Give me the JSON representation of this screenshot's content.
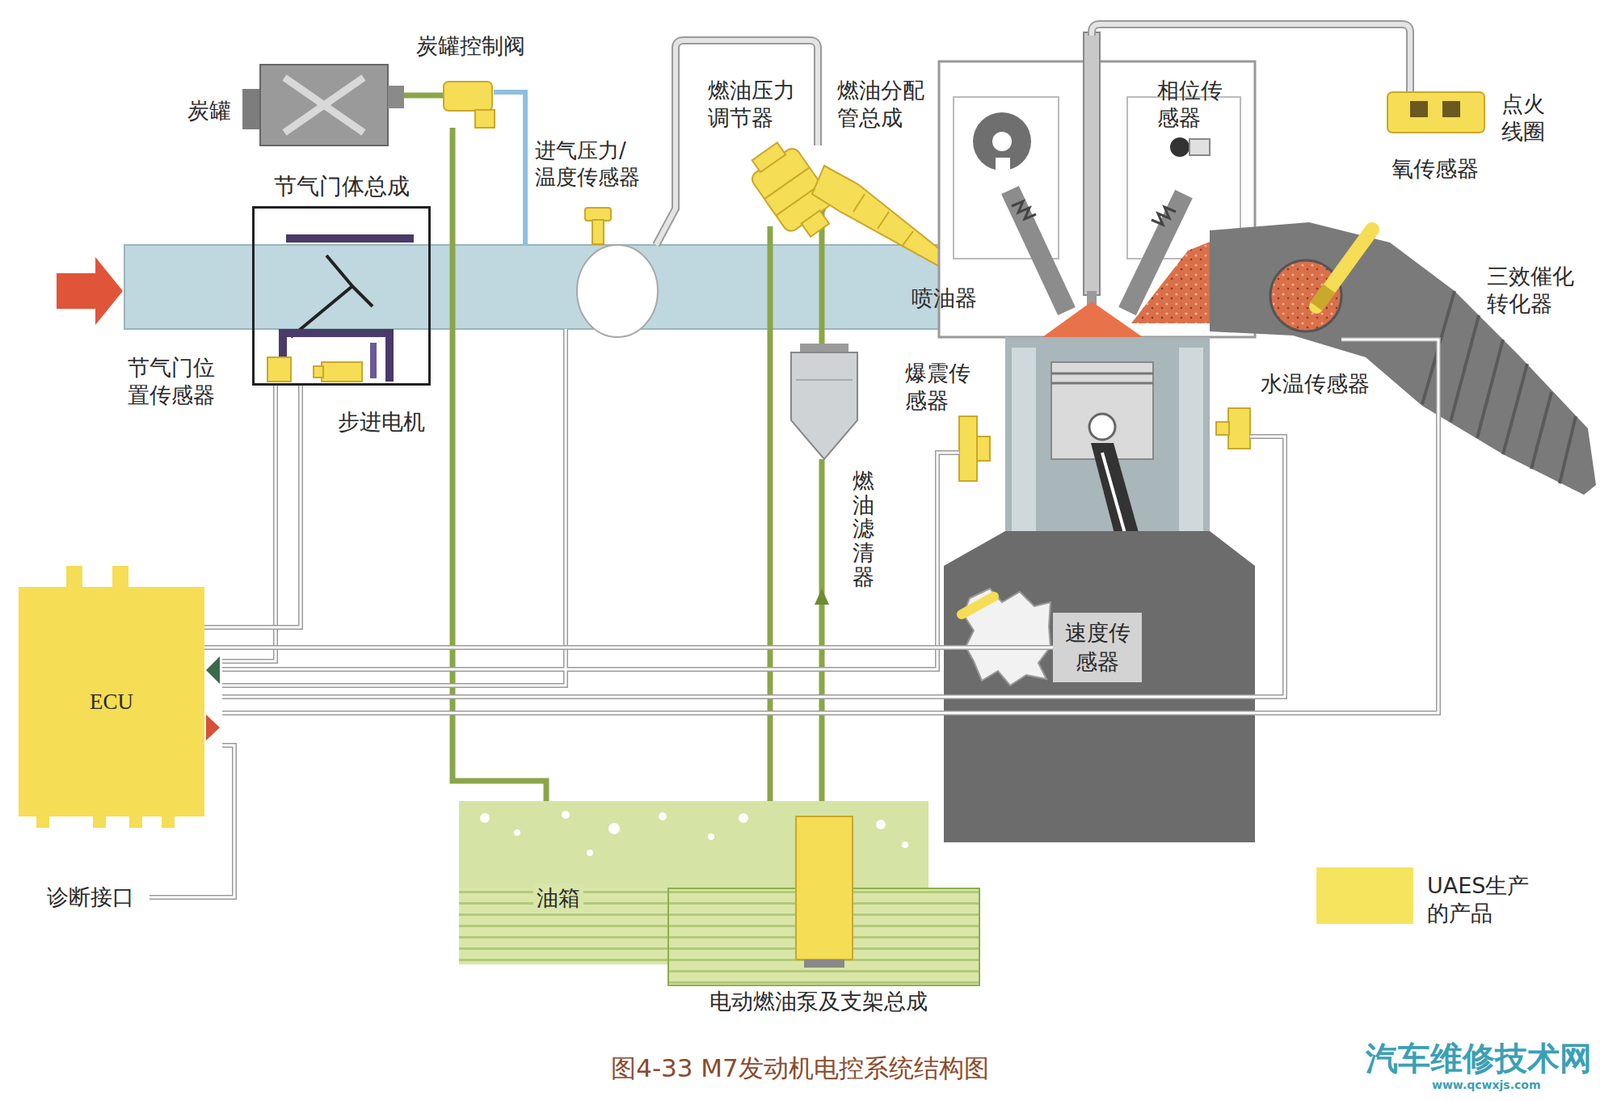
{
  "diagram": {
    "caption": "图4-33 M7发动机电控系统结构图",
    "nodes": [
      {
        "text": [
          "节气门体总成"
        ]
      },
      {
        "text": [
          "ECU"
        ]
      },
      {
        "text": [
          "速度传 感器"
        ]
      },
      {
        "text": [
          "油箱"
        ]
      }
    ],
    "edges": [
      {
        "from": 1,
        "to": 0,
        "arrow": "none"
      },
      {
        "from": 1,
        "to": 2,
        "arrow": "none"
      }
    ],
    "labels": [
      "炭罐控制阀",
      "炭罐",
      "进气压力/ 温度传感器",
      "燃油压力 调节器",
      "燃油分配 管总成",
      "相位传 感器",
      "点火 线圈",
      "氧传感器",
      "三效催化 转化器",
      "喷油器",
      "节气门位 置传感器",
      "步进电机",
      "爆震传 感器",
      "水温传感器",
      "燃油滤清器",
      "诊断接口",
      "电动燃油泵及支架总成",
      "汽车维修技术网",
      "www.qcwxjs.com"
    ],
    "legend": [
      {
        "text": "UAES生产 的产品",
        "color": "#f7e45e"
      }
    ]
  }
}
